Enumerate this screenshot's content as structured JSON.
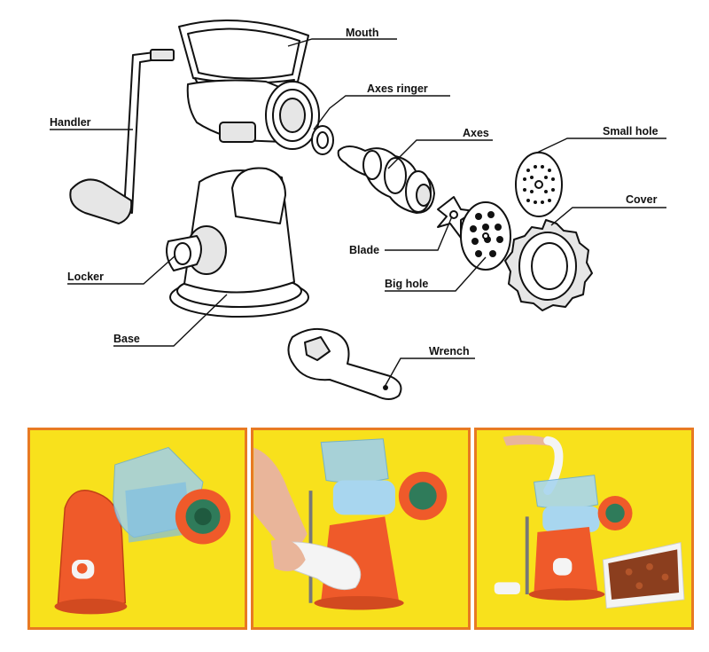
{
  "labels": {
    "mouth": "Mouth",
    "axes_ringer": "Axes ringer",
    "axes": "Axes",
    "small_hole": "Small hole",
    "handler": "Handler",
    "cover": "Cover",
    "blade": "Blade",
    "big_hole": "Big hole",
    "locker": "Locker",
    "base": "Base",
    "wrench": "Wrench"
  },
  "colors": {
    "panel_background": "#f8e11c",
    "panel_border": "#e87a22",
    "body_orange": "#ef5a2a",
    "hopper_blue": "#9fd0ec"
  }
}
